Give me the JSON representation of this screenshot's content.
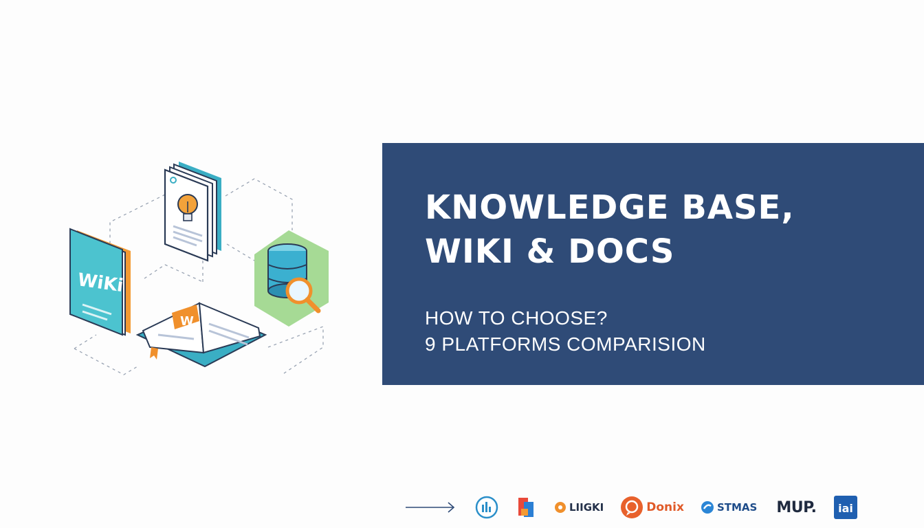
{
  "illustration": {
    "book_label": "WiKi",
    "open_book_badge": "W"
  },
  "banner": {
    "title_line1": "KNOWLEDGE BASE,",
    "title_line2": "WIKI & DOCS",
    "subtitle_line1": "HOW TO CHOOSE?",
    "subtitle_line2": "9 PLATFORMS COMPARISION",
    "background_color": "#2f4b77"
  },
  "logos": [
    {
      "name": "logo-circle-chart",
      "text": ""
    },
    {
      "name": "logo-stack",
      "text": ""
    },
    {
      "name": "logo-liigki",
      "text": "LIIGKI"
    },
    {
      "name": "logo-donix",
      "text": "Donix"
    },
    {
      "name": "logo-stmas",
      "text": "STMAS"
    },
    {
      "name": "logo-mup",
      "text": "MUP."
    },
    {
      "name": "logo-square",
      "text": "iai"
    }
  ],
  "colors": {
    "teal": "#3bb7c9",
    "orange": "#f0902c",
    "green": "#9ed68f",
    "navy": "#2f4b77"
  }
}
